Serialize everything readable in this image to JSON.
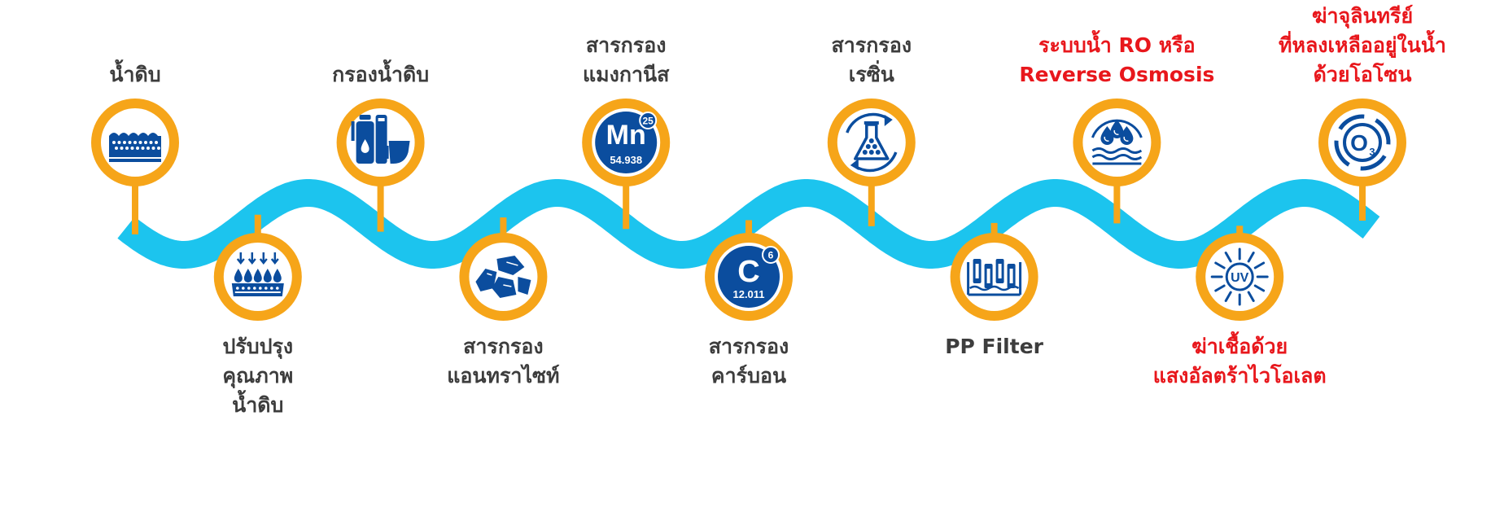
{
  "colors": {
    "wave": "#1cc4ee",
    "ring": "#f6a519",
    "icon_fill": "#0b4d9e",
    "text": "#3d3d3d",
    "highlight_text": "#e8171c"
  },
  "steps": [
    {
      "label": "น้ำดิบ",
      "icon": "raw-water-icon",
      "position": "top",
      "highlight": false
    },
    {
      "label": "ปรับปรุง\nคุณภาพ\nน้ำดิบ",
      "icon": "water-conditioning-icon",
      "position": "bottom",
      "highlight": false
    },
    {
      "label": "กรองน้ำดิบ",
      "icon": "raw-water-filter-icon",
      "position": "top",
      "highlight": false
    },
    {
      "label": "สารกรอง\nแอนทราไซท์",
      "icon": "anthracite-icon",
      "position": "bottom",
      "highlight": false
    },
    {
      "label": "สารกรอง\nแมงกานีส",
      "icon": "manganese-icon",
      "position": "top",
      "highlight": false,
      "element": {
        "symbol": "Mn",
        "number": "25",
        "mass": "54.938"
      }
    },
    {
      "label": "สารกรอง\nคาร์บอน",
      "icon": "carbon-icon",
      "position": "bottom",
      "highlight": false,
      "element": {
        "symbol": "C",
        "number": "6",
        "mass": "12.011"
      }
    },
    {
      "label": "สารกรอง\nเรซิ่น",
      "icon": "resin-icon",
      "position": "top",
      "highlight": false
    },
    {
      "label": "PP Filter",
      "icon": "pp-filter-icon",
      "position": "bottom",
      "highlight": false
    },
    {
      "label": "ระบบน้ำ RO หรือ\nReverse Osmosis",
      "icon": "reverse-osmosis-icon",
      "position": "top",
      "highlight": true
    },
    {
      "label": "ฆ่าเชื้อด้วย\nแสงอัลตร้าไวโอเลต",
      "icon": "uv-icon",
      "position": "bottom",
      "highlight": true,
      "uv_text": "UV"
    },
    {
      "label": "ฆ่าจุลินทรีย์\nที่หลงเหลืออยู่ในน้ำ\nด้วยโอโซน",
      "icon": "ozone-icon",
      "position": "top",
      "highlight": true,
      "ozone_text": "O",
      "ozone_sub": "3"
    }
  ]
}
